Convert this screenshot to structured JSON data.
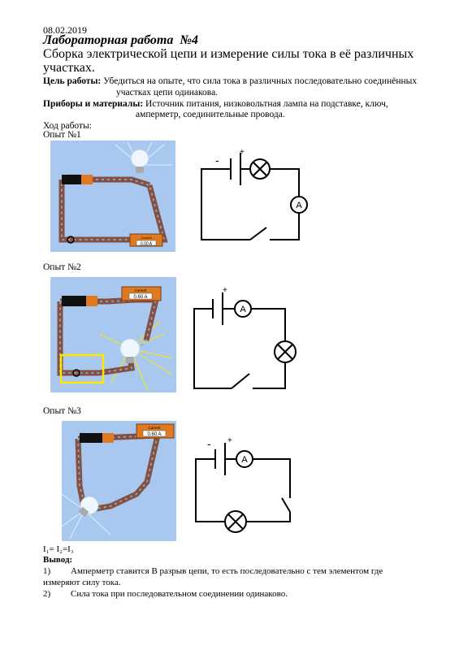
{
  "header": {
    "date": "08.02.2019",
    "title": "Лабораторная работа  №4",
    "subtitle": "Сборка электрической цепи и измерение силы тока в её различных участках."
  },
  "goal": {
    "label": "Цель работы:",
    "text1": "Убедиться на опыте, что сила тока в различных последовательно соединённых",
    "text2": "участках цепи одинакова."
  },
  "materials": {
    "label": "Приборы и материалы:",
    "text1": "Источник питания, низковольтная лампа на подставке, ключ,",
    "text2": "амперметр, соединительные провода."
  },
  "progress_label": "Ход работы:",
  "experiments": [
    {
      "label": "Опыт №1",
      "meter_title": "Current",
      "meter_value": "0.00 A"
    },
    {
      "label": "Опыт №2",
      "meter_title": "Current",
      "meter_value": "0.60 A"
    },
    {
      "label": "Опыт №3",
      "meter_title": "Current",
      "meter_value": "0.60 A"
    }
  ],
  "schematic": {
    "minus": "-",
    "plus": "+",
    "ammeter": "A"
  },
  "equality": "I₁= I₂=I₃",
  "conclusion": {
    "label": "Вывод:",
    "items": [
      {
        "num": "1)",
        "text": "Амперметр ставится В разрыв цепи, то есть последовательно с тем элементом где",
        "cont": "измеряют силу тока."
      },
      {
        "num": "2)",
        "text": "Сила тока при последовательном соединении одинаково."
      }
    ]
  }
}
